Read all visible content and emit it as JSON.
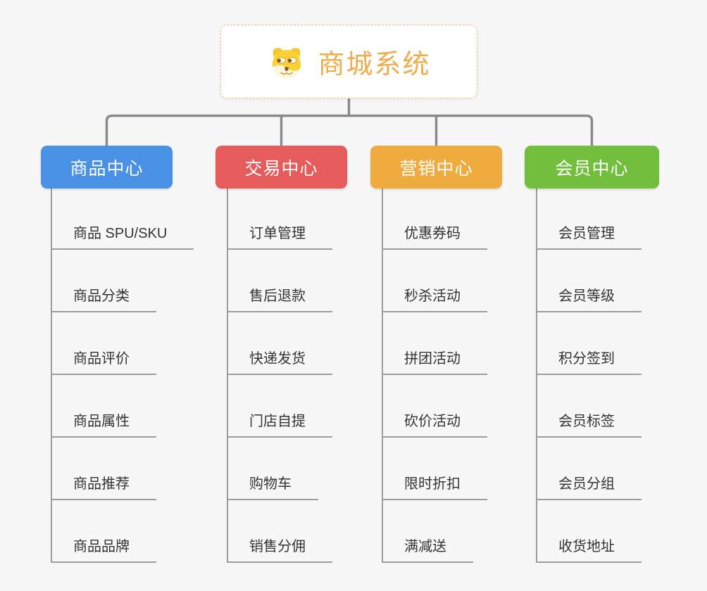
{
  "root": {
    "title": "商城系统",
    "icon": "doge-icon",
    "title_color": "#F0AC4B",
    "border_color": "#EFC06A"
  },
  "branches": [
    {
      "label": "商品中心",
      "color": "#4A91E5",
      "children": [
        "商品 SPU/SKU",
        "商品分类",
        "商品评价",
        "商品属性",
        "商品推荐",
        "商品品牌"
      ]
    },
    {
      "label": "交易中心",
      "color": "#E65C5C",
      "children": [
        "订单管理",
        "售后退款",
        "快递发货",
        "门店自提",
        "购物车",
        "销售分佣"
      ]
    },
    {
      "label": "营销中心",
      "color": "#EFAB3D",
      "children": [
        "优惠券码",
        "秒杀活动",
        "拼团活动",
        "砍价活动",
        "限时折扣",
        "满减送"
      ]
    },
    {
      "label": "会员中心",
      "color": "#72BF3D",
      "children": [
        "会员管理",
        "会员等级",
        "积分签到",
        "会员标签",
        "会员分组",
        "收货地址"
      ]
    }
  ],
  "colors": {
    "background": "#F7F7F7",
    "connector": "#8A8A8A",
    "leaf_line": "#9C9C9C",
    "leaf_text": "#333333"
  }
}
